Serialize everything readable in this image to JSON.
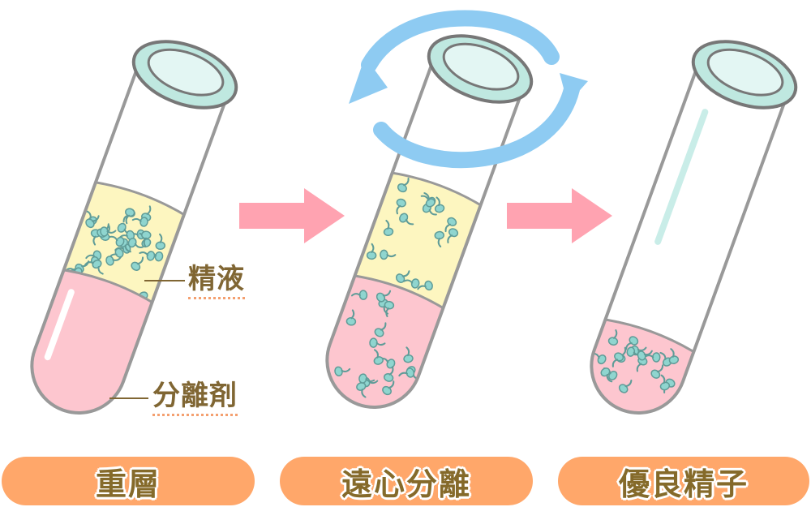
{
  "labels": {
    "semen": "精液",
    "separator": "分離剤"
  },
  "steps": [
    {
      "label": "重層"
    },
    {
      "label": "遠心分離"
    },
    {
      "label": "優良精子"
    }
  ],
  "colors": {
    "pill": "#ffa76a",
    "text": "#806633",
    "arrow": "#ffa3b1",
    "rotate_arrow": "#8ecbf2",
    "semen": "#fdf6c0",
    "separator": "#fdc6cf",
    "cap": "#bfe8e0",
    "sperm": "#8fd5cf"
  },
  "icons": [
    "test-tube-icon",
    "right-arrow-icon",
    "rotation-arrows-icon",
    "sperm-icon"
  ]
}
